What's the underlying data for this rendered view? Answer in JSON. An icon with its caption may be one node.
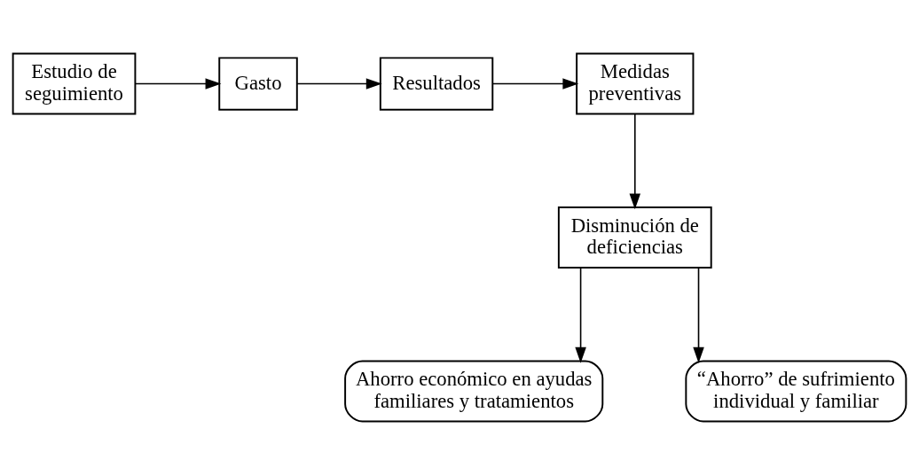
{
  "diagram": {
    "nodes": [
      {
        "text": [
          "Estudio de seguimiento"
        ]
      },
      {
        "text": [
          "Gasto"
        ]
      },
      {
        "text": [
          "Resultados"
        ]
      },
      {
        "text": [
          "Medidas preventivas"
        ]
      },
      {
        "text": [
          "Ahorro económico en ayudas familiares y tratamientos"
        ]
      },
      {
        "text": [
          "Disminución de deficiencias"
        ]
      },
      {
        "text": [
          "“Ahorro” de sufrimiento individual y familiar"
        ]
      }
    ],
    "edges": [
      {
        "from": 0,
        "to": 1,
        "arrow": "to"
      },
      {
        "from": 1,
        "to": 2,
        "arrow": "to"
      },
      {
        "from": 2,
        "to": 3,
        "arrow": "to"
      },
      {
        "from": 3,
        "to": 5,
        "arrow": "to"
      },
      {
        "from": 5,
        "to": 4,
        "arrow": "to"
      },
      {
        "from": 5,
        "to": 6,
        "arrow": "to"
      }
    ]
  }
}
